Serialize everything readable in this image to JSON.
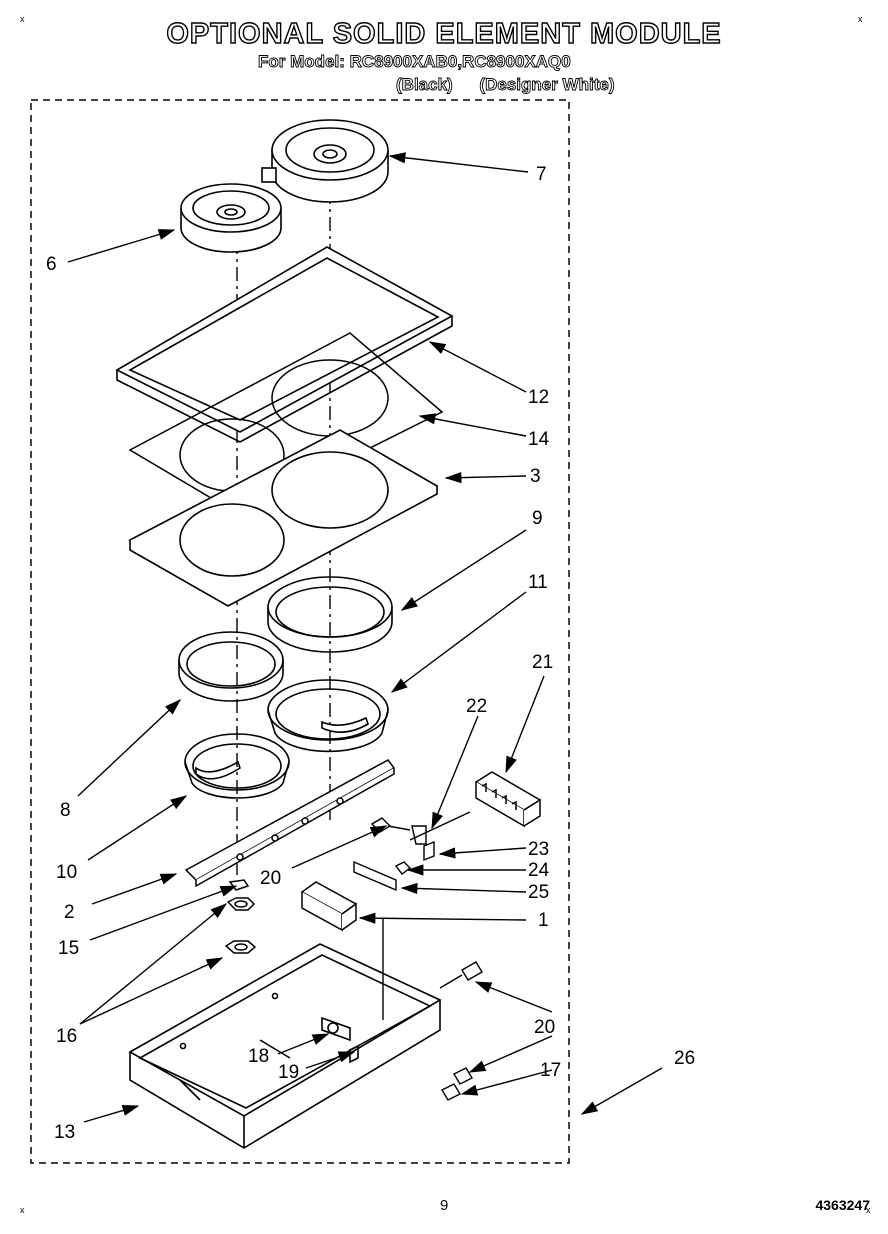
{
  "title": "OPTIONAL SOLID ELEMENT MODULE",
  "subtitle": "For Model: RC8900XAB0,RC8900XAQ0",
  "variants": [
    "(Black)",
    "(Designer White)"
  ],
  "corner_marks": [
    "x",
    "x",
    "x",
    "x"
  ],
  "footer": {
    "page": "9",
    "part_number": "4363247"
  },
  "callouts": [
    "7",
    "6",
    "12",
    "14",
    "3",
    "9",
    "11",
    "21",
    "22",
    "8",
    "10",
    "23",
    "24",
    "20",
    "25",
    "2",
    "1",
    "15",
    "16",
    "20",
    "17",
    "26",
    "18",
    "19",
    "13"
  ]
}
